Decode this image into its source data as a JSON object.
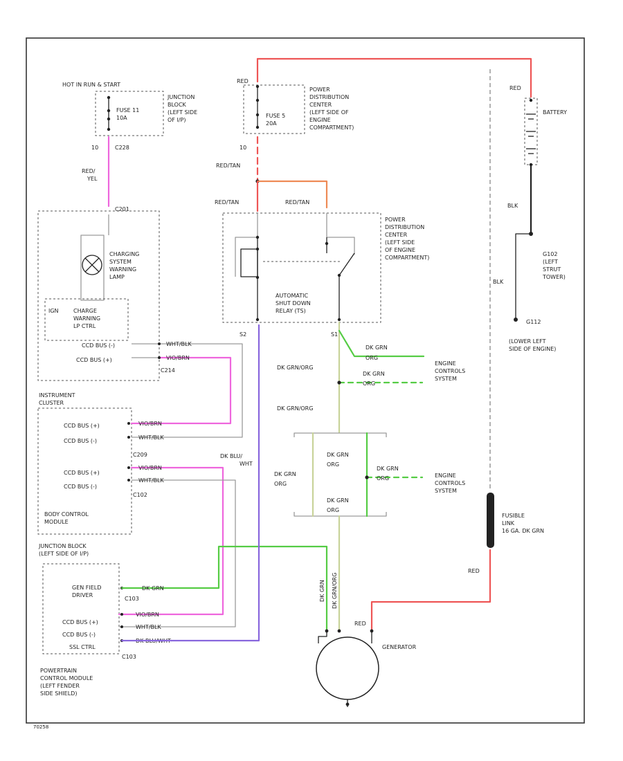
{
  "labels": {
    "hot_header": "HOT IN RUN & START",
    "junction_block_1": [
      "JUNCTION",
      "BLOCK",
      "(LEFT SIDE",
      "OF I/P)"
    ],
    "fuse_11": [
      "FUSE 11",
      "10A"
    ],
    "c_1": "C228",
    "c_1_pin": "10",
    "red_yel": [
      "RED/",
      "YEL"
    ],
    "c_2": "C201",
    "lamp_label": [
      "CHARGING",
      "SYSTEM",
      "WARNING",
      "LAMP"
    ],
    "charge_warning": [
      "CHARGE",
      "WARNING",
      "LP CTRL"
    ],
    "ign": "IGN",
    "ccd_bus_minus_1": "CCD BUS (-)",
    "ccd_bus_plus_1": "CCD BUS (+)",
    "wire_wht_blk_1": "WHT/BLK",
    "wire_violet_1": "VIO/BRN",
    "c_3": "C214",
    "instrument_cluster": [
      "INSTRUMENT",
      "CLUSTER"
    ],
    "ccd_bus_plus_2": "CCD BUS (+)",
    "ccd_bus_minus_2": "CCD BUS (-)",
    "wire_vio_2": "VIO/BRN",
    "wire_wht_blk_2": "WHT/BLK",
    "c_4": "C209",
    "ccd_bus_plus_3": "CCD BUS (+)",
    "ccd_bus_minus_3": "CCD BUS (-)",
    "wire_vio_3": "VIO/BRN",
    "wire_wht_blk_3": "WHT/BLK",
    "c_5": "C102",
    "body_control": [
      "BODY CONTROL",
      "MODULE"
    ],
    "dk_blu_label": [
      "DK BLU/",
      "WHT"
    ],
    "junction_block_2": [
      "JUNCTION BLOCK",
      "(LEFT SIDE OF I/P)"
    ],
    "gen_field": [
      "GEN FIELD",
      "DRIVER"
    ],
    "wire_dk_grn": "DK GRN",
    "c_6": "C103",
    "ccd_bus_plus_4": "CCD BUS (+)",
    "ccd_bus_minus_4": "CCD BUS (-)",
    "ssl_ctrl": "SSL CTRL",
    "wire_vio_4": "VIO/BRN",
    "wire_wht_blk_4": "WHT/BLK",
    "wire_dk_blu": "DK BLU/WHT",
    "c_7": "C103",
    "pcm": [
      "POWERTRAIN",
      "CONTROL MODULE",
      "(LEFT FENDER",
      "SIDE SHIELD)"
    ],
    "red_top": "RED",
    "fuse_5": [
      "FUSE 5",
      "20A"
    ],
    "pdc_1": [
      "POWER",
      "DISTRIBUTION",
      "CENTER",
      "(LEFT SIDE OF",
      "ENGINE",
      "COMPARTMENT)"
    ],
    "red_tan_1": "RED/TAN",
    "red_tan_2": "RED/TAN",
    "red_tan_3": "RED/TAN",
    "c_pin_10": "10",
    "pdc_2": [
      "POWER",
      "DISTRIBUTION",
      "CENTER",
      "(LEFT SIDE",
      "OF ENGINE",
      "COMPARTMENT)"
    ],
    "asd_relay": [
      "AUTOMATIC",
      "SHUT DOWN",
      "RELAY (TS)"
    ],
    "dk_grn_orn_1": "DK GRN/ORG",
    "dk_grn_orn_2": "DK GRN/ORG",
    "dk_grn_a": [
      "DK GRN",
      "ORG"
    ],
    "dk_grn_b": [
      "DK GRN",
      "ORG"
    ],
    "dk_grn_c": [
      "DK GRN",
      "ORG"
    ],
    "dk_grn_d": [
      "DK GRN",
      "ORG"
    ],
    "dk_grn_e": [
      "DK GRN",
      "ORG"
    ],
    "dk_grn_f": [
      "DK GRN",
      "ORG"
    ],
    "engine_controls_1": [
      "ENGINE",
      "CONTROLS",
      "SYSTEM"
    ],
    "engine_controls_2": [
      "ENGINE",
      "CONTROLS",
      "SYSTEM"
    ],
    "fusible_link": [
      "FUSIBLE",
      "LINK",
      "16 GA. DK GRN"
    ],
    "red_right": "RED",
    "red_gen": "RED",
    "generator": "GENERATOR",
    "battery": "BATTERY",
    "red_batt": "RED",
    "blk_1": "BLK",
    "blk_2": "BLK",
    "ground": [
      "G102",
      "(LEFT",
      "STRUT",
      "TOWER)"
    ],
    "g_lower": "G112",
    "lower_left": [
      "(LOWER LEFT",
      "SIDE OF ENGINE)"
    ],
    "v_labels": [
      "DK GRN",
      "DK GRN/ORG"
    ],
    "figure_code": "70258"
  }
}
